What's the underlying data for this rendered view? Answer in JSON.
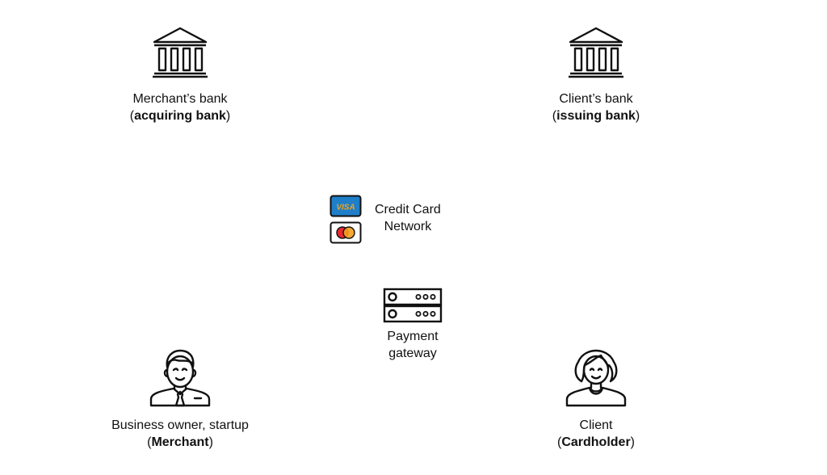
{
  "nodes": {
    "merchant_bank": {
      "line1": "Merchant’s bank",
      "line2_open": "(",
      "line2_bold": "acquiring bank",
      "line2_close": ")",
      "icon": "bank-icon"
    },
    "client_bank": {
      "line1": "Client’s bank",
      "line2_open": "(",
      "line2_bold": "issuing bank",
      "line2_close": ")",
      "icon": "bank-icon"
    },
    "network": {
      "line1": "Credit Card",
      "line2": "Network",
      "visa_text": "VISA",
      "icons": [
        "visa-card-icon",
        "mastercard-icon"
      ]
    },
    "gateway": {
      "line1": "Payment",
      "line2": "gateway",
      "icon": "server-icon"
    },
    "merchant": {
      "line1": "Business owner, startup",
      "line2_open": "(",
      "line2_bold": "Merchant",
      "line2_close": ")",
      "icon": "businessman-icon"
    },
    "client": {
      "line1": "Client",
      "line2_open": "(",
      "line2_bold": "Cardholder",
      "line2_close": ")",
      "icon": "woman-icon"
    }
  },
  "colors": {
    "stroke": "#111111",
    "visa_blue": "#1f7fc9",
    "visa_gold": "#f2a31b",
    "mc_red": "#e8282e",
    "mc_orange": "#f59d1e"
  }
}
